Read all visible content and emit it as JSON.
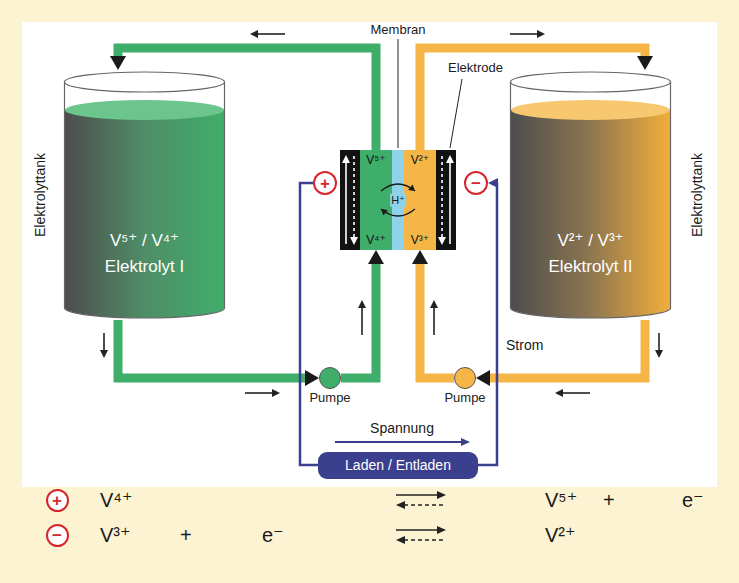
{
  "diagram": {
    "nodes": [
      {
        "text": [
          "V⁵⁺ / V⁴⁺",
          "Elektrolyt I"
        ]
      },
      {
        "text": [
          "+"
        ]
      },
      {
        "text": [
          "V⁵⁺",
          "V⁴⁺"
        ]
      },
      {
        "text": [
          "V²⁺",
          "V³⁺"
        ]
      },
      {
        "text": [
          "−"
        ]
      },
      {
        "text": [
          "V²⁺ / V³⁺",
          "Elektrolyt II"
        ]
      },
      {
        "text": [
          "Pumpe"
        ]
      },
      {
        "text": [
          "Pumpe"
        ]
      },
      {
        "text": [
          "Laden / Entladen"
        ]
      },
      {
        "text": [
          "+"
        ]
      },
      {
        "text": [
          "−"
        ]
      }
    ],
    "edges": [
      {
        "from": 2,
        "to": 0,
        "arrow": "to"
      },
      {
        "from": 0,
        "to": 6,
        "arrow": "to"
      },
      {
        "from": 6,
        "to": 2,
        "arrow": "to"
      },
      {
        "from": 3,
        "to": 5,
        "arrow": "to"
      },
      {
        "from": 5,
        "to": 7,
        "arrow": "to"
      },
      {
        "from": 7,
        "to": 3,
        "arrow": "to"
      },
      {
        "from": 1,
        "to": 8,
        "arrow": "none"
      },
      {
        "from": 8,
        "to": 4,
        "label": "Strom",
        "arrow": "to"
      }
    ],
    "labels": [
      "Elektrolyttank",
      "Membran",
      "Elektrode",
      "Elektrolyttank",
      "H⁺",
      "Spannung",
      "V⁴⁺",
      "V⁵⁺",
      "+",
      "e⁻",
      "V³⁺",
      "+",
      "e⁻",
      "V²⁺"
    ]
  }
}
